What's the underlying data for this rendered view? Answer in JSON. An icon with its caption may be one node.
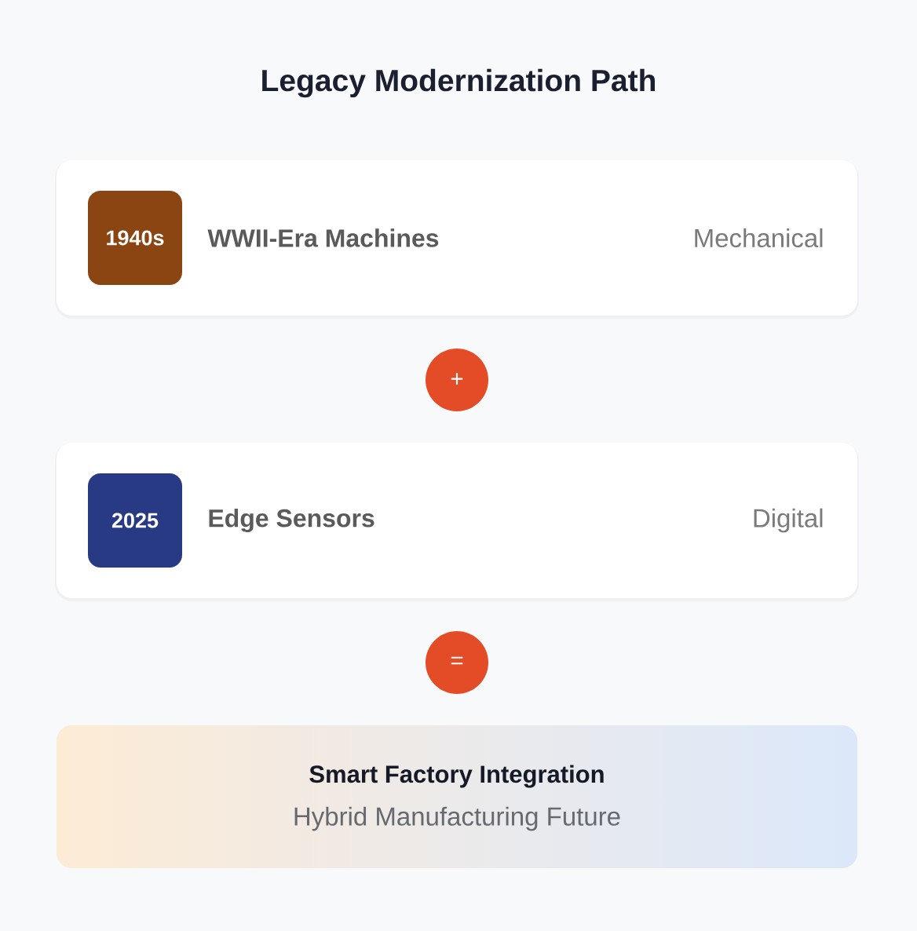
{
  "diagram": {
    "title": "Legacy Modernization Path",
    "nodes": [
      {
        "text": [
          "WWII-Era Machines",
          "Mechanical"
        ]
      },
      {
        "text": [
          "1940s"
        ],
        "in": 0
      },
      {
        "text": [
          "+"
        ]
      },
      {
        "text": [
          "Edge Sensors",
          "Digital"
        ]
      },
      {
        "text": [
          "2025"
        ],
        "in": 3
      },
      {
        "text": [
          "="
        ]
      },
      {
        "text": [
          "Smart Factory Integration",
          "Hybrid Manufacturing Future"
        ]
      }
    ]
  }
}
